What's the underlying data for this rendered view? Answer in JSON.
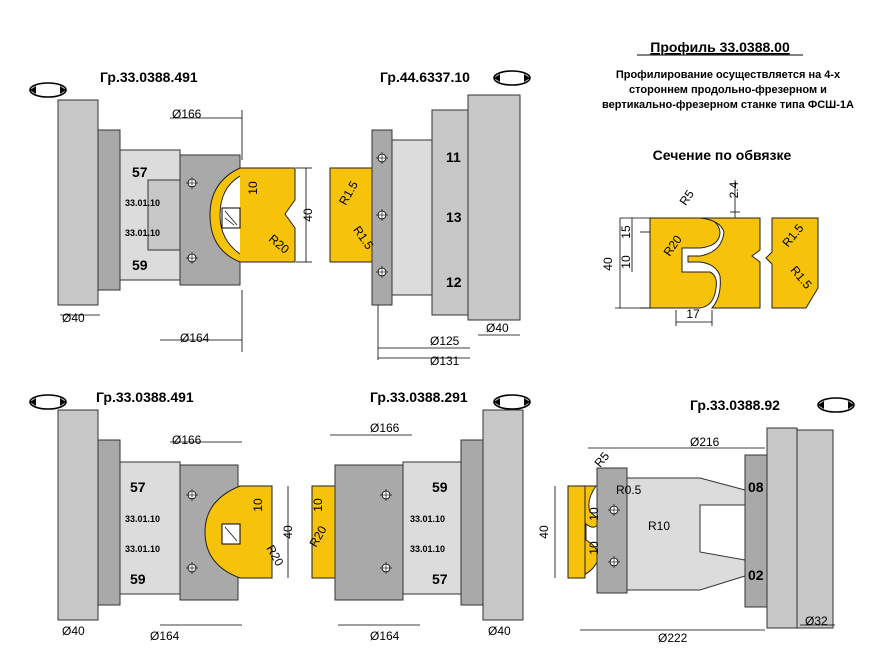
{
  "header": {
    "title": "Профиль 33.0388.00",
    "desc_line1": "Профилирование осуществляется на 4-х",
    "desc_line2": "стороннем продольно-фрезерном и",
    "desc_line3": "вертикально-фрезерном станке типа ФСШ-1А",
    "section_title": "Сечение по обвязке"
  },
  "groups": {
    "g1": "Гр.33.0388.491",
    "g2": "Гр.44.6337.10",
    "g3": "Гр.33.0388.491",
    "g4": "Гр.33.0388.291",
    "g5": "Гр.33.0388.92"
  },
  "dims": {
    "d166": "Ø166",
    "d164": "Ø164",
    "d40": "Ø40",
    "d125": "Ø125",
    "d131": "Ø131",
    "d216": "Ø216",
    "d222": "Ø222",
    "d32": "Ø32",
    "v10": "10",
    "v15": "15",
    "v17": "17",
    "v40": "40",
    "v2_4": "2.4",
    "r1_5": "R1.5",
    "r20": "R20",
    "r5": "R5",
    "r0_5": "R0.5",
    "r10": "R10"
  },
  "parts": {
    "p57": "57",
    "p59": "59",
    "p11": "11",
    "p13": "13",
    "p12": "12",
    "p08": "08",
    "p02": "02",
    "ring": "33.01.10"
  },
  "colors": {
    "cutter_yellow": "#f6c20a",
    "body_gray": "#c7c7c7",
    "dark_gray": "#a9a9a9"
  },
  "icons": {
    "rotation": "rotation-arrow-icon"
  }
}
